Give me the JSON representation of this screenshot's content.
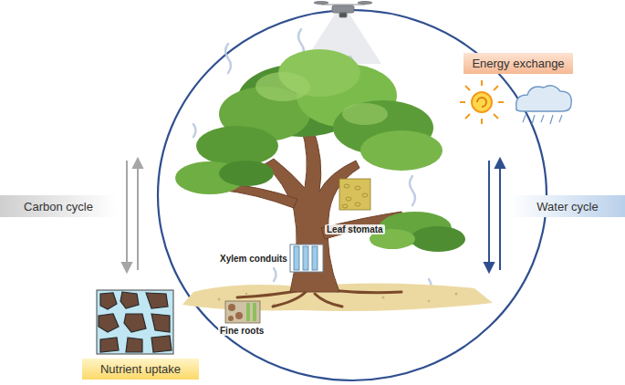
{
  "diagram": {
    "nodes": [
      {
        "text": [
          "Energy exchange"
        ]
      },
      {
        "text": [
          "Carbon cycle"
        ]
      },
      {
        "text": [
          "Water cycle"
        ]
      },
      {
        "text": [
          "Nutrient uptake"
        ]
      }
    ],
    "labels": [
      "Leaf stomata",
      "Xylem conduits",
      "Fine roots"
    ]
  }
}
